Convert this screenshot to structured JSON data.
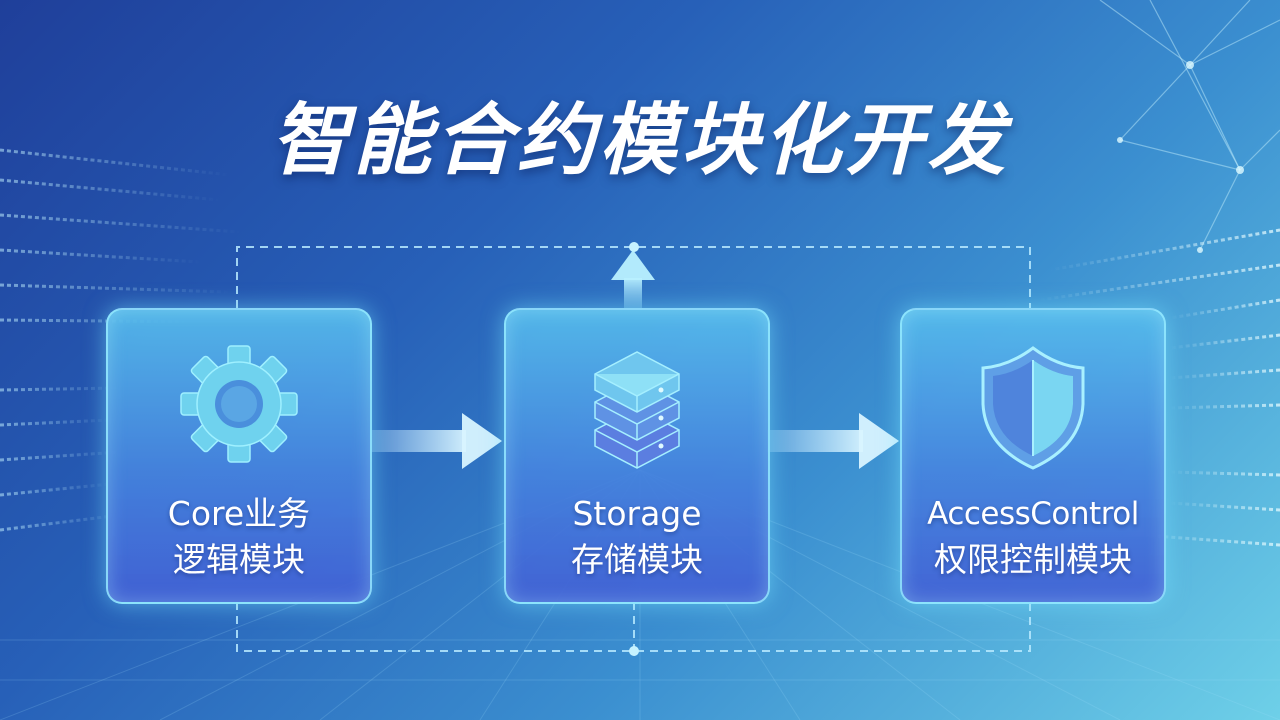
{
  "title": "智能合约模块化开发",
  "modules": [
    {
      "line1": "Core业务",
      "line2": "逻辑模块",
      "icon": "gear-icon"
    },
    {
      "line1": "Storage",
      "line2": "存储模块",
      "icon": "database-icon"
    },
    {
      "line1": "AccessControl",
      "line2": "权限控制模块",
      "icon": "shield-icon"
    }
  ],
  "colors": {
    "accent": "#9fefff",
    "module_top": "#56bcec",
    "module_bottom": "#4260d4",
    "background_start": "#1f3f9a",
    "background_end": "#6ed0e8"
  }
}
